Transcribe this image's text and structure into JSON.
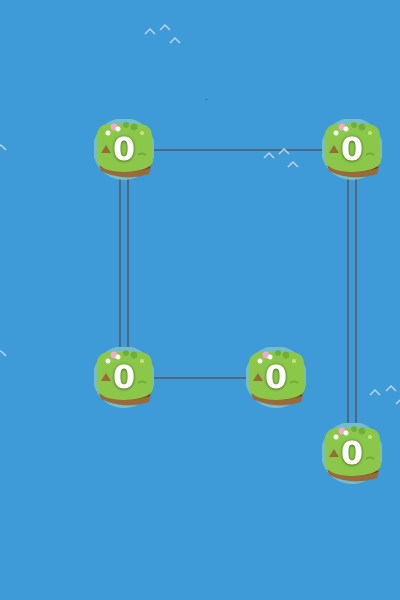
{
  "board": {
    "sea_color": "#3f9ad8",
    "islands": [
      {
        "id": "i1",
        "count": "0"
      },
      {
        "id": "i2",
        "count": "0"
      },
      {
        "id": "i3",
        "count": "0"
      },
      {
        "id": "i4",
        "count": "0"
      },
      {
        "id": "i5",
        "count": "0"
      }
    ],
    "bridges": [
      {
        "from": "i1",
        "to": "i2",
        "lines": 1
      },
      {
        "from": "i1",
        "to": "i3",
        "lines": 2
      },
      {
        "from": "i3",
        "to": "i4",
        "lines": 1
      },
      {
        "from": "i2",
        "to": "i5",
        "lines": 2
      }
    ],
    "colors": {
      "bridge": "#555b60",
      "island_grass": "#8bc84a",
      "island_glow": "#d9ffb0",
      "island_dirt": "#9a6a3a"
    }
  }
}
